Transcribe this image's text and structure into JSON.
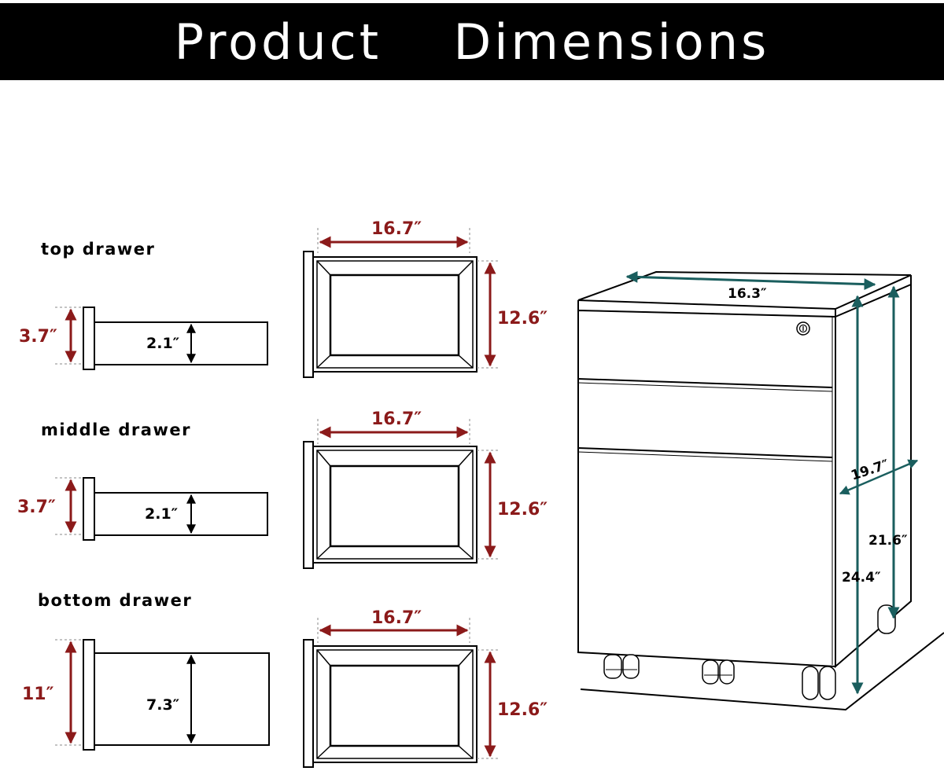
{
  "title": "Product  Dimensions",
  "drawers": [
    {
      "label": "top drawer",
      "height_outer": "3.7″",
      "height_inner": "2.1″",
      "width": "16.7″",
      "depth": "12.6″"
    },
    {
      "label": "middle drawer",
      "height_outer": "3.7″",
      "height_inner": "2.1″",
      "width": "16.7″",
      "depth": "12.6″"
    },
    {
      "label": "bottom drawer",
      "height_outer": "11″",
      "height_inner": "7.3″",
      "width": "16.7″",
      "depth": "12.6″"
    }
  ],
  "cabinet": {
    "width": "16.3″",
    "depth": "19.7″",
    "body_height": "21.6″",
    "total_height": "24.4″"
  },
  "colors": {
    "dimension_red": "#8b1a1a",
    "dimension_teal": "#1a5e5e",
    "banner": "#000000"
  }
}
